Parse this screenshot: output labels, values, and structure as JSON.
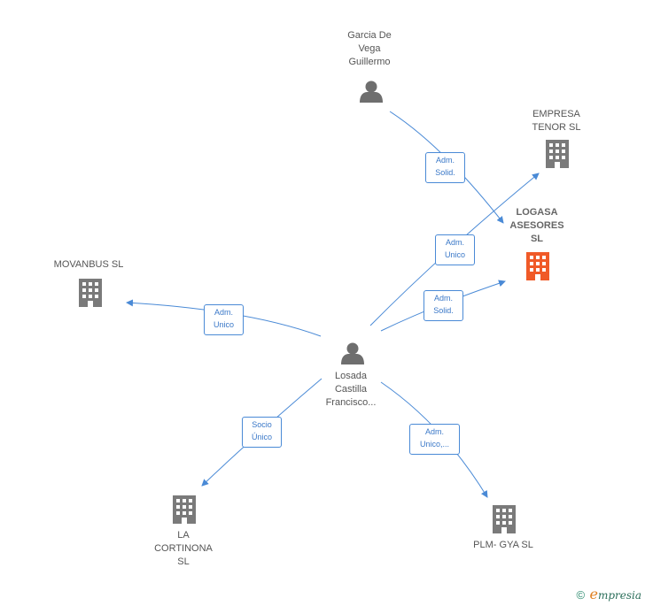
{
  "nodes": {
    "garcia": {
      "label": "Garcia De\nVega\nGuillermo",
      "type": "person"
    },
    "losada": {
      "label": "Losada\nCastilla\nFrancisco...",
      "type": "person"
    },
    "empresa_tenor": {
      "label": "EMPRESA\nTENOR SL",
      "type": "company"
    },
    "logasa": {
      "label": "LOGASA\nASESORES\nSL",
      "type": "company-highlight"
    },
    "movanbus": {
      "label": "MOVANBUS  SL",
      "type": "company"
    },
    "la_cortinona": {
      "label": "LA\nCORTINONA\nSL",
      "type": "company"
    },
    "plm_gya": {
      "label": "PLM- GYA  SL",
      "type": "company"
    }
  },
  "edges": {
    "garcia_logasa": {
      "label": "Adm.\nSolid."
    },
    "losada_tenor": {
      "label": "Adm.\nUnico"
    },
    "losada_logasa": {
      "label": "Adm.\nSolid."
    },
    "losada_movanbus": {
      "label": "Adm.\nUnico"
    },
    "losada_cortinona": {
      "label": "Socio\nÚnico"
    },
    "losada_plm": {
      "label": "Adm.\nUnico,..."
    }
  },
  "colors": {
    "edge": "#4a8ad6",
    "company": "#7a7a7a",
    "highlight": "#f05a28",
    "person": "#6e6e6e"
  },
  "footer": {
    "copyright": "©",
    "brand_initial": "e",
    "brand_rest": "mpresia"
  }
}
